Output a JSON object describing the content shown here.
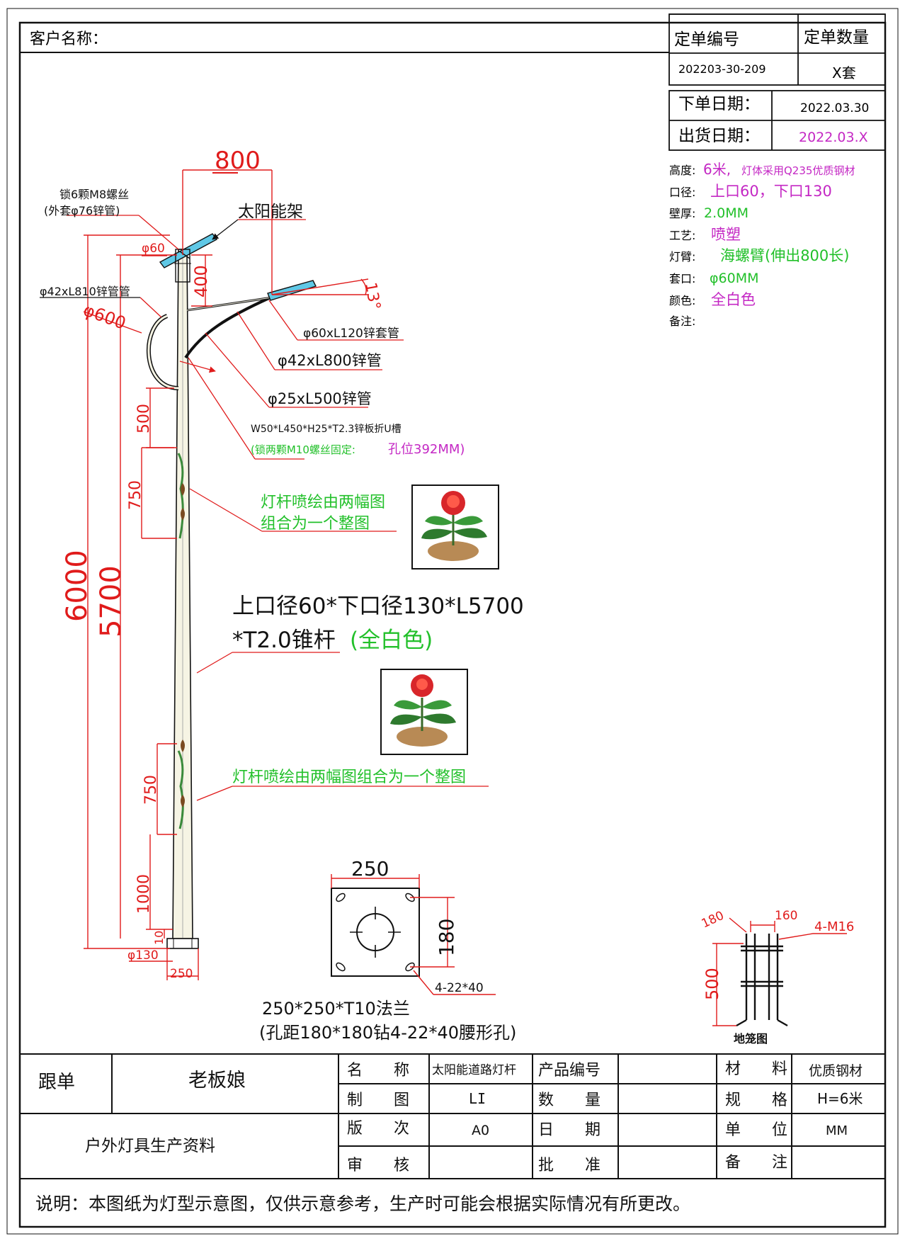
{
  "header": {
    "customer_label": "客户名称：",
    "order_no_label": "定单编号",
    "order_qty_label": "定单数量",
    "order_no": "202203-30-209",
    "order_qty": "X套",
    "order_date_label": "下单日期：",
    "order_date": "2022.03.30",
    "ship_date_label": "出货日期：",
    "ship_date": "2022.03.X"
  },
  "specs": {
    "height_label": "高度:",
    "height_value": "6米,",
    "height_note": "灯体采用Q235优质钢材",
    "diameter_label": "口径:",
    "diameter_value": "上口60，下口130",
    "wall_label": "壁厚:",
    "wall_value": "2.0MM",
    "process_label": "工艺:",
    "process_value": "喷塑",
    "arm_label": "灯臂:",
    "arm_value": "海螺臂(伸出800长)",
    "socket_label": "套口:",
    "socket_value": "φ60MM",
    "color_label": "颜色:",
    "color_value": "全白色",
    "note_label": "备注:"
  },
  "drawing": {
    "dim_800": "800",
    "dim_400": "400",
    "dim_13": "13°",
    "dim_6000": "6000",
    "dim_5700": "5700",
    "dim_500": "500",
    "dim_750a": "750",
    "dim_750b": "750",
    "dim_1000": "1000",
    "dim_10": "10",
    "dim_d130": "φ130",
    "dim_250": "250",
    "dim_d60": "φ60",
    "dim_d600": "φ600",
    "lock_bolt_1": "锁6颗M8螺丝",
    "lock_bolt_2": "(外套φ76锌管)",
    "solar_frame": "太阳能架",
    "pipe_810": "φ42xL810锌管管",
    "pipe_60": "φ60xL120锌套管",
    "pipe_42": "φ42xL800锌管",
    "pipe_25": "φ25xL500锌管",
    "u_channel": "W50*L450*H25*T2.3锌板折U槽",
    "u_fix_a": "(锁两颗M10螺丝固定:",
    "u_fix_b": "孔位392MM)",
    "paint_note_1a": "灯杆喷绘由两幅图",
    "paint_note_1b": "组合为一个整图",
    "pole_desc_1": "上口径60*下口径130*L5700",
    "pole_desc_2a": "*T2.0锥杆",
    "pole_desc_2b": "(全白色)",
    "paint_note_2": "灯杆喷绘由两幅图组合为一个整图"
  },
  "flange": {
    "dim_250": "250",
    "dim_180": "180",
    "hole_label": "4-22*40",
    "caption_1": "250*250*T10法兰",
    "caption_2": "(孔距180*180钻4-22*40腰形孔)"
  },
  "cage": {
    "dim_180": "180",
    "dim_160": "160",
    "bolt_label": "4-M16",
    "dim_500": "500",
    "title": "地笼图"
  },
  "titleblock": {
    "follow_label": "跟单",
    "follow_value": "老板娘",
    "company": "户外灯具生产资料",
    "name_label": "名　　称",
    "name_value": "太阳能道路灯杆",
    "product_no_label": "产品编号",
    "product_no_value": "",
    "material_label": "材　　料",
    "material_value": "优质钢材",
    "drawn_label": "制　　图",
    "drawn_value": "LI",
    "qty_label": "数　　量",
    "qty_value": "",
    "spec_label": "规　　格",
    "spec_value": "H=6米",
    "rev_label": "版　　次",
    "rev_value": "A0",
    "date_label": "日　　期",
    "date_value": "",
    "unit_label": "单　　位",
    "unit_value": "MM",
    "check_label": "审　　核",
    "check_value": "",
    "approve_label": "批　　准",
    "approve_value": "",
    "remark_label": "备　　注",
    "remark_value": ""
  },
  "footer": {
    "note": "说明：本图纸为灯型示意图，仅供示意参考，生产时可能会根据实际情况有所更改。"
  },
  "colors": {
    "dimension": "#e01b1b",
    "green_text": "#22c02a",
    "magenta_text": "#c428c4",
    "panel_cyan": "#5fc8e6",
    "pole_fill": "#f6f4e4"
  }
}
